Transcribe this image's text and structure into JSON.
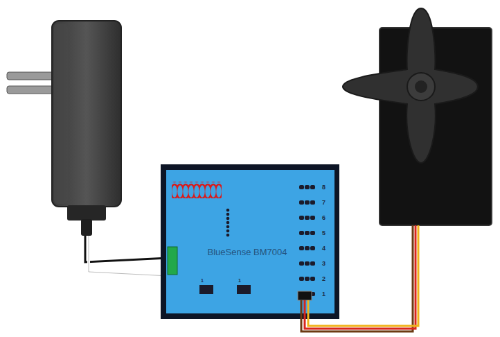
{
  "diagram": {
    "nodes": [
      {
        "text": [
          "BlueSense BM7004"
        ]
      }
    ],
    "labels": [
      "8",
      "7",
      "6",
      "5",
      "4",
      "3",
      "2",
      "1",
      "1",
      "1"
    ]
  }
}
